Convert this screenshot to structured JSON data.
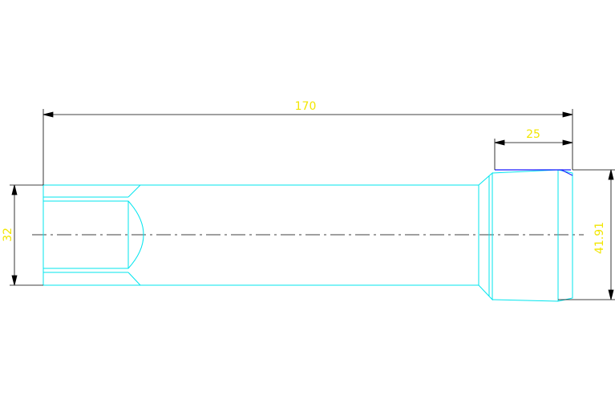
{
  "drawing": {
    "dimensions": {
      "overall_length": "170",
      "head_length": "25",
      "shank_diameter": "32",
      "head_diameter": "41.91"
    },
    "colors": {
      "background": "#ffffff",
      "outline": "#00e5ee",
      "dimension_line": "#000000",
      "dimension_text": "#f2e600",
      "center_line": "#000000",
      "edge": "#1a1aff"
    }
  }
}
